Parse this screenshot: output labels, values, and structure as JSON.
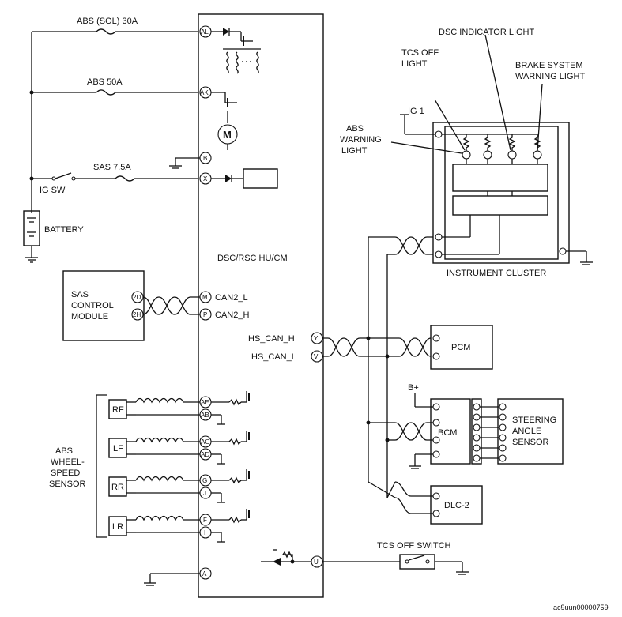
{
  "fuses": {
    "abs_sol": "ABS (SOL) 30A",
    "abs_50": "ABS 50A",
    "sas": "SAS 7.5A"
  },
  "ig_sw": "IG SW",
  "battery": "BATTERY",
  "module": "DSC/RSC HU/CM",
  "pins": {
    "al": "AL",
    "ak": "AK",
    "b": "B",
    "x": "X",
    "m": "M",
    "p": "P",
    "y": "Y",
    "v": "V",
    "ae": "AE",
    "ab": "AB",
    "ag": "AG",
    "ad": "AD",
    "g": "G",
    "j": "J",
    "f": "F",
    "i": "I",
    "u": "U",
    "a": "A"
  },
  "can2": {
    "low": "CAN2_L",
    "high": "CAN2_H"
  },
  "hs_can": {
    "high": "HS_CAN_H",
    "low": "HS_CAN_L"
  },
  "sas_module": {
    "line1": "SAS",
    "line2": "CONTROL",
    "line3": "MODULE",
    "pin_2d": "2D",
    "pin_2h": "2H"
  },
  "wheel_sensor": {
    "line1": "ABS",
    "line2": "WHEEL-",
    "line3": "SPEED",
    "line4": "SENSOR",
    "rf": "RF",
    "lf": "LF",
    "rr": "RR",
    "lr": "LR"
  },
  "cluster": {
    "tcs_off_1": "TCS OFF",
    "tcs_off_2": "LIGHT",
    "dsc": "DSC INDICATOR LIGHT",
    "brake_1": "BRAKE SYSTEM",
    "brake_2": "WARNING LIGHT",
    "abs_1": "ABS",
    "abs_2": "WARNING",
    "abs_3": "LIGHT",
    "ig1": "IG 1",
    "name": "INSTRUMENT CLUSTER"
  },
  "pcm": "PCM",
  "bcm": "BCM",
  "b_plus": "B+",
  "steering": {
    "line1": "STEERING",
    "line2": "ANGLE",
    "line3": "SENSOR"
  },
  "dlc": "DLC-2",
  "tcs_switch": "TCS OFF SWITCH",
  "figure_id": "ac9uun00000759"
}
